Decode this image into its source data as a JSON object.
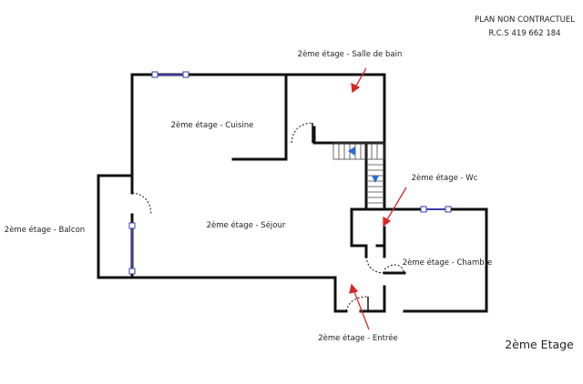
{
  "header": {
    "line1": "PLAN NON CONTRACTUEL",
    "line2": "R.C.S 419 662 184"
  },
  "floor_label": "2ème Etage",
  "rooms": {
    "salle_de_bain": "2ème étage - Salle de bain",
    "cuisine": "2ème étage - Cuisine",
    "wc": "2ème étage - Wc",
    "balcon": "2ème étage - Balcon",
    "sejour": "2ème étage - Séjour",
    "chambre": "2ème étage - Chambre",
    "entree": "2ème étage - Entrée"
  },
  "colors": {
    "wall": "#111111",
    "arrow": "#d62828",
    "window": "#3a3aa8",
    "stair_arrow": "#2b6cd6"
  }
}
